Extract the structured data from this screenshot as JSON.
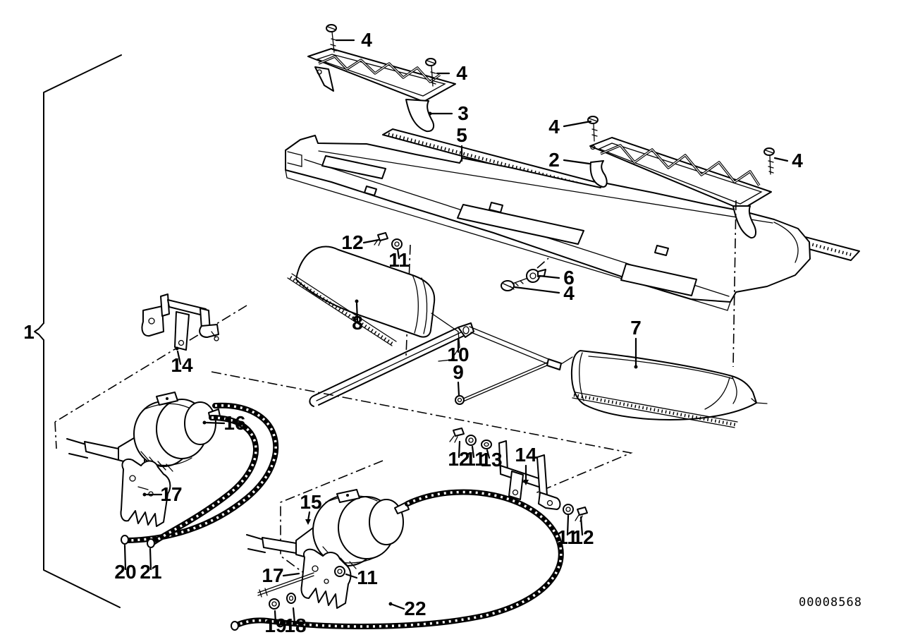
{
  "diagram": {
    "figure_code": "00008568",
    "colors": {
      "background": "#ffffff",
      "ink": "#000000"
    },
    "callouts": [
      {
        "id": "screw-front-grille-a",
        "label": "4"
      },
      {
        "id": "screw-front-grille-b",
        "label": "4"
      },
      {
        "id": "front-vent-grille",
        "label": "3"
      },
      {
        "id": "sealing-strip",
        "label": "5"
      },
      {
        "id": "screw-rear-grille-a",
        "label": "4"
      },
      {
        "id": "rear-vent-grille",
        "label": "2"
      },
      {
        "id": "screw-rear-grille-b",
        "label": "4"
      },
      {
        "id": "clip-upper",
        "label": "12"
      },
      {
        "id": "nut-upper",
        "label": "11"
      },
      {
        "id": "grommet",
        "label": "6"
      },
      {
        "id": "screw-panel",
        "label": "4"
      },
      {
        "id": "air-duct-right",
        "label": "7"
      },
      {
        "id": "air-duct-left",
        "label": "8"
      },
      {
        "id": "rail",
        "label": "10"
      },
      {
        "id": "link-rod",
        "label": "9"
      },
      {
        "id": "bracket-left",
        "label": "14"
      },
      {
        "id": "vacuum-actuator-left",
        "label": "16"
      },
      {
        "id": "claw-bracket-left",
        "label": "17"
      },
      {
        "id": "hose-end-a",
        "label": "20"
      },
      {
        "id": "hose-end-b",
        "label": "21"
      },
      {
        "id": "clip-lower-a",
        "label": "12"
      },
      {
        "id": "nut-lower-a",
        "label": "11"
      },
      {
        "id": "washer-lower",
        "label": "13"
      },
      {
        "id": "bracket-lower",
        "label": "14"
      },
      {
        "id": "nut-lower-b",
        "label": "11"
      },
      {
        "id": "clip-lower-b",
        "label": "12"
      },
      {
        "id": "vacuum-actuator-lower",
        "label": "15"
      },
      {
        "id": "claw-bracket-lower",
        "label": "17"
      },
      {
        "id": "nut-claw",
        "label": "11"
      },
      {
        "id": "vacuum-hose",
        "label": "22"
      },
      {
        "id": "nut-stud",
        "label": "19"
      },
      {
        "id": "washer-stud",
        "label": "18"
      },
      {
        "id": "complete-assembly",
        "label": "1"
      }
    ]
  }
}
